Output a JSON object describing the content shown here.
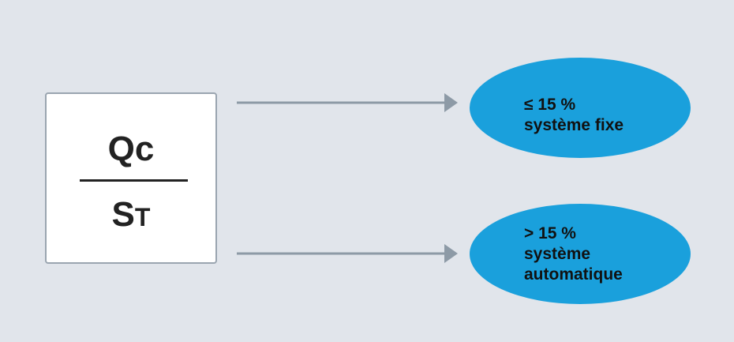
{
  "formula": {
    "numerator": "Qc",
    "denominator_main": "S",
    "denominator_sub": "T"
  },
  "outcomes": [
    {
      "line1": "≤ 15 %",
      "line2": "système fixe"
    },
    {
      "line1": "> 15 %",
      "line2": "système",
      "line3": "automatique"
    }
  ],
  "colors": {
    "ellipse": "#1aa0dc",
    "arrow": "#8d9aa6"
  }
}
